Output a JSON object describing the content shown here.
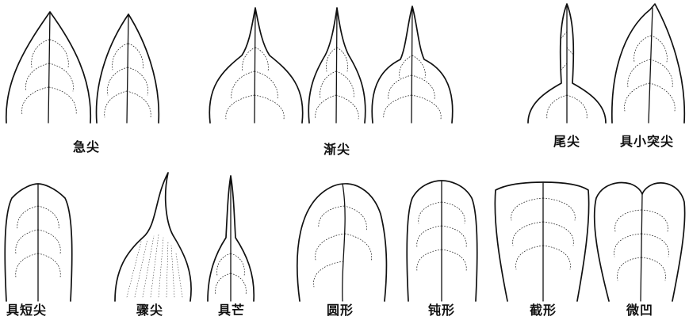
{
  "groups": [
    {
      "id": "jijian",
      "label": "急尖"
    },
    {
      "id": "jianjian",
      "label": "渐尖"
    },
    {
      "id": "weijian",
      "label": "尾尖"
    },
    {
      "id": "juxiaotujian",
      "label": "具小突尖"
    },
    {
      "id": "juduanjian",
      "label": "具短尖"
    },
    {
      "id": "zhoujian",
      "label": "骤尖"
    },
    {
      "id": "jumang",
      "label": "具芒"
    },
    {
      "id": "yuanxing",
      "label": "圆形"
    },
    {
      "id": "dunxing",
      "label": "钝形"
    },
    {
      "id": "jiexing",
      "label": "截形"
    },
    {
      "id": "weiao",
      "label": "微凹"
    }
  ]
}
